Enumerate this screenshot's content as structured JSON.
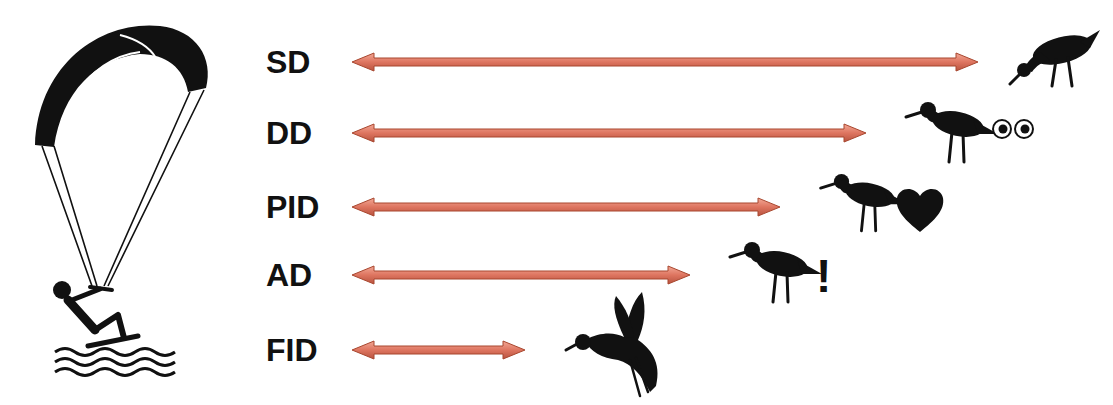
{
  "diagram": {
    "labels": [
      "SD",
      "DD",
      "PID",
      "AD",
      "FID",
      "!"
    ]
  }
}
